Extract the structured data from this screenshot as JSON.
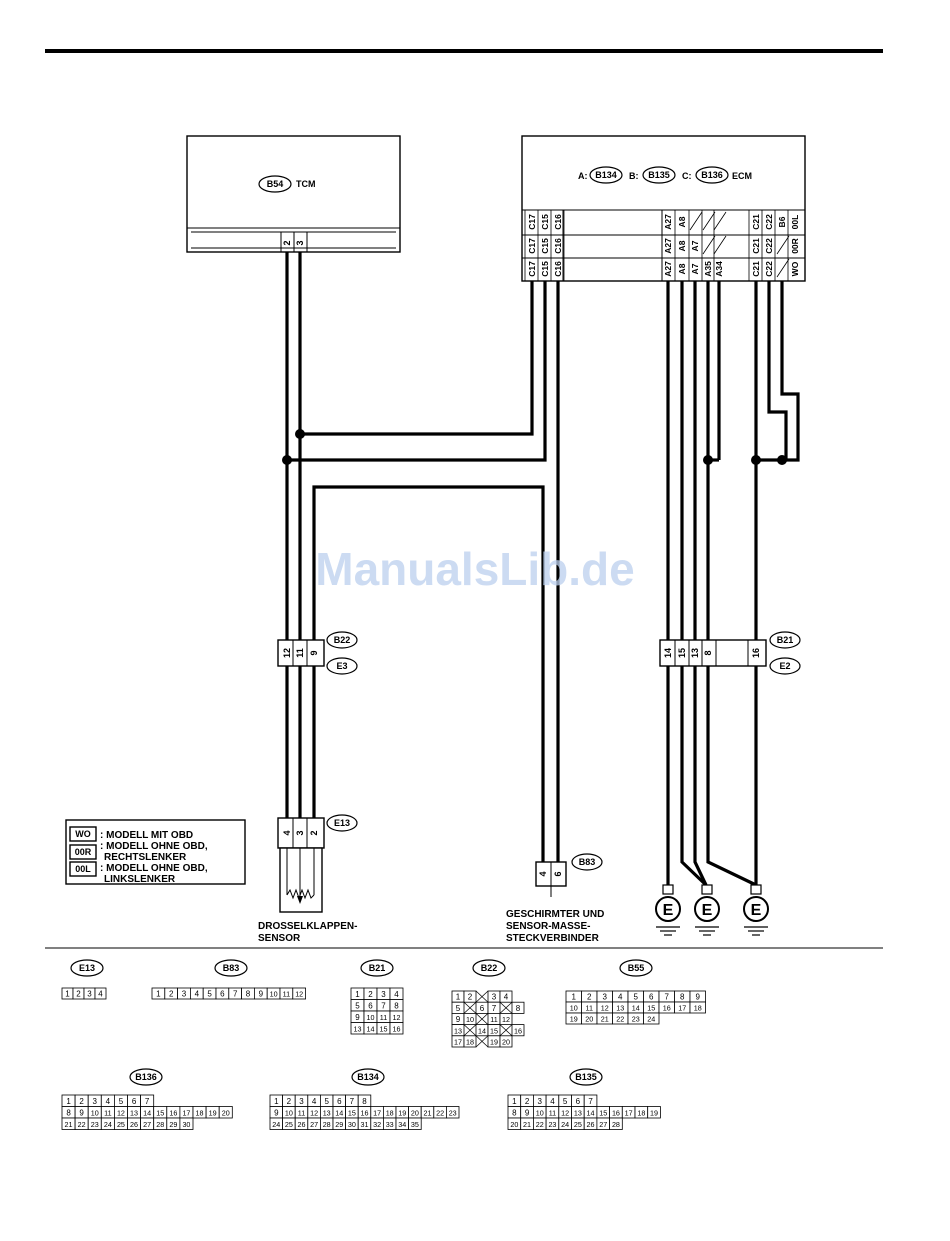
{
  "tcm": {
    "id": "B54",
    "name": "TCM",
    "pins": [
      "2",
      "3"
    ]
  },
  "ecm": {
    "legend": {
      "a": "A:",
      "a_id": "B134",
      "b": "B:",
      "b_id": "B135",
      "c": "C:",
      "c_id": "B136",
      "name": "ECM"
    },
    "cols": [
      [
        "C17",
        "C17",
        "C17"
      ],
      [
        "C15",
        "C15",
        "C15"
      ],
      [
        "C16",
        "C16",
        "C16"
      ],
      [
        "A27",
        "A27",
        "A27"
      ],
      [
        "A8",
        "A8",
        "A8"
      ],
      [
        "",
        "A7",
        "A7"
      ],
      [
        "",
        "",
        "A35"
      ],
      [
        "",
        "",
        "A34"
      ],
      [
        "C21",
        "C21",
        "C21"
      ],
      [
        "C22",
        "C22",
        "C22"
      ],
      [
        "B6",
        "",
        ""
      ],
      [
        "00L",
        "00R",
        "WO"
      ]
    ]
  },
  "conn_b22": {
    "id": "B22",
    "id2": "E3",
    "pins": [
      "12",
      "11",
      "9"
    ]
  },
  "conn_b21": {
    "id": "B21",
    "id2": "E2",
    "pins": [
      "14",
      "15",
      "13",
      "8",
      "16"
    ]
  },
  "conn_e13": {
    "id": "E13",
    "pins": [
      "4",
      "3",
      "2"
    ],
    "label1": "DROSSELKLAPPEN-",
    "label2": "SENSOR"
  },
  "conn_b83": {
    "id": "B83",
    "pins": [
      "4",
      "6"
    ],
    "label1": "GESCHIRMTER UND",
    "label2": "SENSOR-MASSE-",
    "label3": "STECKVERBINDER"
  },
  "ground_symbol": "E",
  "legend_box": {
    "rows": [
      {
        "code": "WO",
        "lines": [
          ": MODELL MIT OBD"
        ]
      },
      {
        "code": "00R",
        "lines": [
          ": MODELL OHNE OBD,",
          "RECHTSLENKER"
        ]
      },
      {
        "code": "00L",
        "lines": [
          ": MODELL OHNE OBD,",
          "LINKSLENKER"
        ]
      }
    ]
  },
  "watermark": "ManualsLib.de",
  "connectors": {
    "e13": {
      "id": "E13",
      "rows": [
        [
          "1",
          "2",
          "3",
          "4"
        ]
      ]
    },
    "b83": {
      "id": "B83",
      "rows": [
        [
          "1",
          "2",
          "3",
          "4",
          "5",
          "6",
          "7",
          "8",
          "9",
          "10",
          "11",
          "12"
        ]
      ]
    },
    "b21": {
      "id": "B21",
      "rows": [
        [
          "1",
          "2",
          "3",
          "4"
        ],
        [
          "5",
          "6",
          "7",
          "8"
        ],
        [
          "9",
          "10",
          "11",
          "12"
        ],
        [
          "13",
          "14",
          "15",
          "16"
        ]
      ]
    },
    "b22": {
      "id": "B22",
      "rows": [
        [
          "1",
          "2",
          "",
          "3",
          "4"
        ],
        [
          "5",
          "",
          "6",
          "7",
          "",
          "8"
        ],
        [
          "9",
          "10",
          "",
          "11",
          "12"
        ],
        [
          "13",
          "",
          "14",
          "15",
          "",
          "16"
        ],
        [
          "17",
          "18",
          "",
          "19",
          "20"
        ]
      ]
    },
    "b55": {
      "id": "B55",
      "rows": [
        [
          "1",
          "2",
          "3",
          "4",
          "5",
          "6",
          "7",
          "8",
          "9"
        ],
        [
          "10",
          "11",
          "12",
          "13",
          "14",
          "15",
          "16",
          "17",
          "18"
        ],
        [
          "19",
          "20",
          "21",
          "22",
          "23",
          "24"
        ]
      ]
    },
    "b136": {
      "id": "B136",
      "rows": [
        [
          "1",
          "2",
          "3",
          "4",
          "5",
          "6",
          "7"
        ],
        [
          "8",
          "9",
          "10",
          "11",
          "12",
          "13",
          "14",
          "15",
          "16",
          "17",
          "18",
          "19",
          "20"
        ],
        [
          "21",
          "22",
          "23",
          "24",
          "25",
          "26",
          "27",
          "28",
          "29",
          "30"
        ]
      ]
    },
    "b134": {
      "id": "B134",
      "rows": [
        [
          "1",
          "2",
          "3",
          "4",
          "5",
          "6",
          "7",
          "8"
        ],
        [
          "9",
          "10",
          "11",
          "12",
          "13",
          "14",
          "15",
          "16",
          "17",
          "18",
          "19",
          "20",
          "21",
          "22",
          "23"
        ],
        [
          "24",
          "25",
          "26",
          "27",
          "28",
          "29",
          "30",
          "31",
          "32",
          "33",
          "34",
          "35"
        ]
      ]
    },
    "b135": {
      "id": "B135",
      "rows": [
        [
          "1",
          "2",
          "3",
          "4",
          "5",
          "6",
          "7"
        ],
        [
          "8",
          "9",
          "10",
          "11",
          "12",
          "13",
          "14",
          "15",
          "16",
          "17",
          "18",
          "19"
        ],
        [
          "20",
          "21",
          "22",
          "23",
          "24",
          "25",
          "26",
          "27",
          "28"
        ]
      ]
    }
  }
}
